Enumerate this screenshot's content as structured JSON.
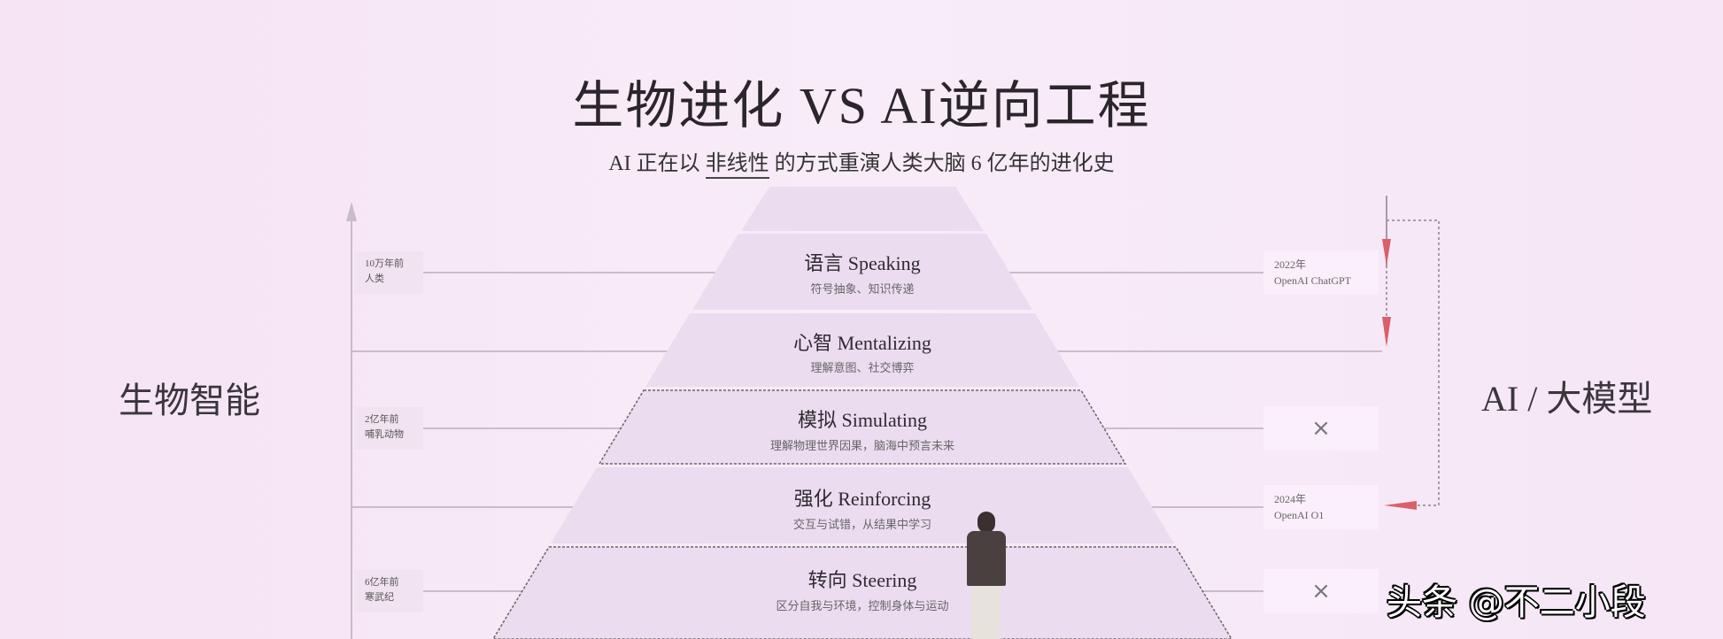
{
  "title": "生物进化 VS AI逆向工程",
  "subtitle": {
    "prefix": "AI 正在以 ",
    "highlight": "非线性",
    "suffix": " 的方式重演人类大脑 6 亿年的进化史"
  },
  "left_label": "生物智能",
  "right_label": "AI / 大模型",
  "levels": [
    {
      "title": "语言 Speaking",
      "desc": "符号抽象、知识传递"
    },
    {
      "title": "心智 Mentalizing",
      "desc": "理解意图、社交博弈"
    },
    {
      "title": "模拟 Simulating",
      "desc": "理解物理世界因果，脑海中预言未来"
    },
    {
      "title": "强化 Reinforcing",
      "desc": "交互与试错，从结果中学习"
    },
    {
      "title": "转向 Steering",
      "desc": "区分自我与环境，控制身体与运动"
    }
  ],
  "bio_markers": [
    {
      "line1": "10万年前",
      "line2": "人类"
    },
    {
      "line1": "2亿年前",
      "line2": "哺乳动物"
    },
    {
      "line1": "6亿年前",
      "line2": "寒武纪"
    }
  ],
  "ai_markers": [
    {
      "line1": "2022年",
      "line2": "OpenAI ChatGPT"
    },
    {
      "mark": "×"
    },
    {
      "line1": "2024年",
      "line2": "OpenAI O1"
    },
    {
      "mark": "×"
    }
  ],
  "watermark": "头条 @不二小段",
  "colors": {
    "arrow": "#d9606a",
    "band": "#ecdcf0",
    "line": "#c8bcc8"
  }
}
